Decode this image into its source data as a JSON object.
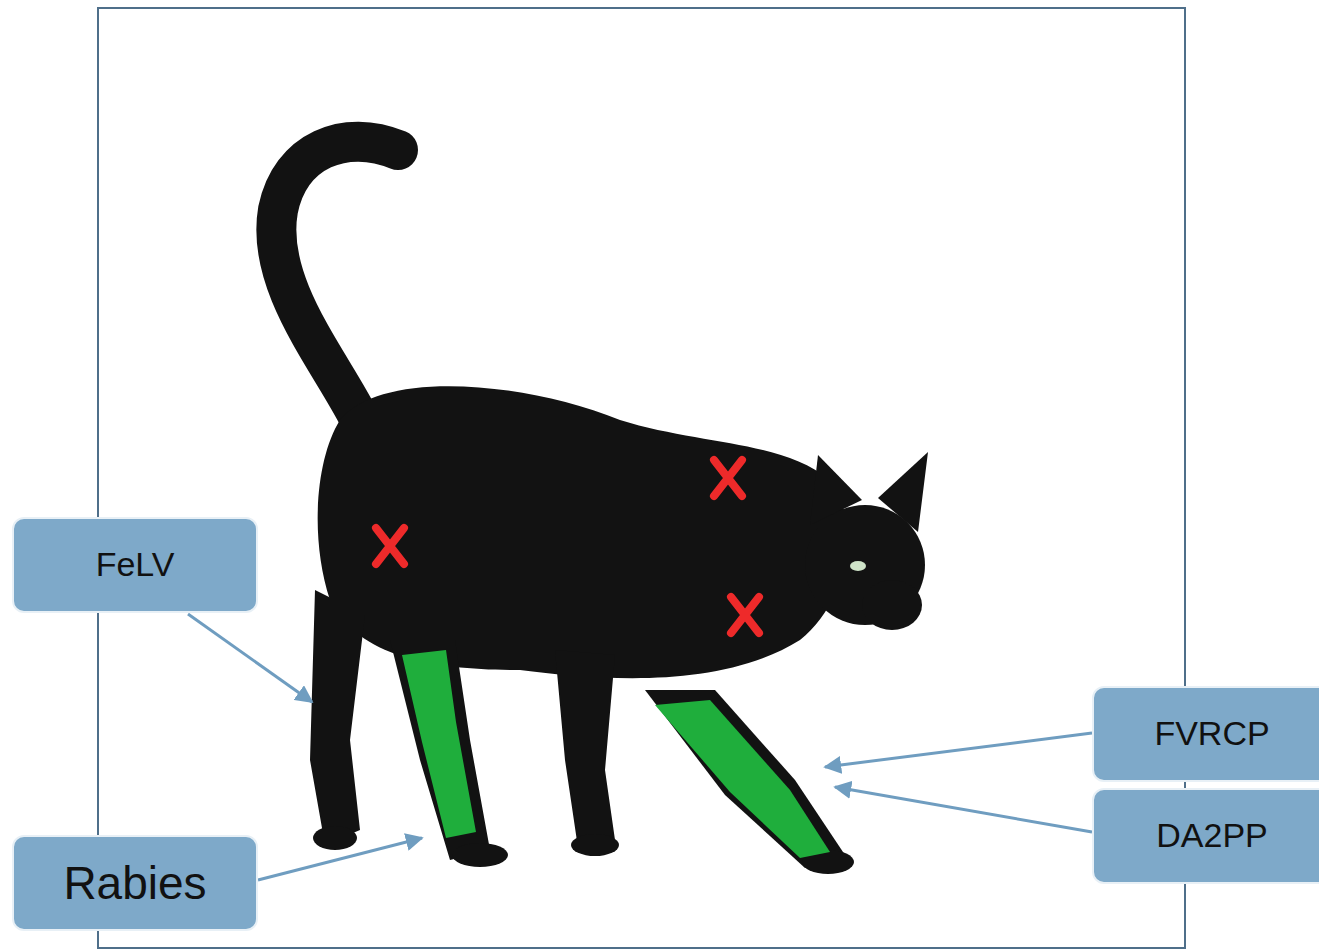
{
  "diagram": {
    "nodes": [
      {
        "text": [
          "FeLV"
        ]
      },
      {
        "text": [
          "FVRCP"
        ]
      },
      {
        "text": [
          "DA2PP"
        ]
      },
      {
        "text": [
          "Rabies"
        ]
      }
    ]
  }
}
